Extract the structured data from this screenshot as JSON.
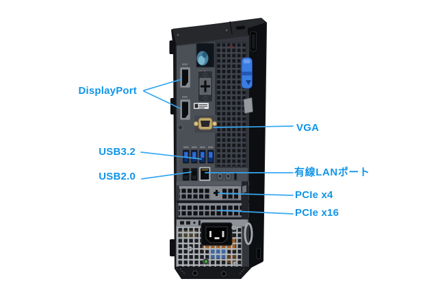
{
  "page": {
    "background_color": "#ffffff"
  },
  "figure": {
    "subject": "desktop-pc-rear-panel",
    "type": "annotated-port-diagram"
  },
  "colors": {
    "label": "#1095e8",
    "leader": "#35a7f2",
    "latch_blue": "#3b7de2",
    "usb_blue": "#2f6bd8",
    "vga_gold": "#c2a96f",
    "psu_silver": "#b2b6ba",
    "led_green": "#4ea34b"
  },
  "labels": {
    "displayport": "DisplayPort",
    "vga": "VGA",
    "usb32": "USB3.2",
    "usb20": "USB2.0",
    "lan": "有線LANポート",
    "pcie_x4": "PCIe x4",
    "pcie_x16": "PCIe x16"
  }
}
